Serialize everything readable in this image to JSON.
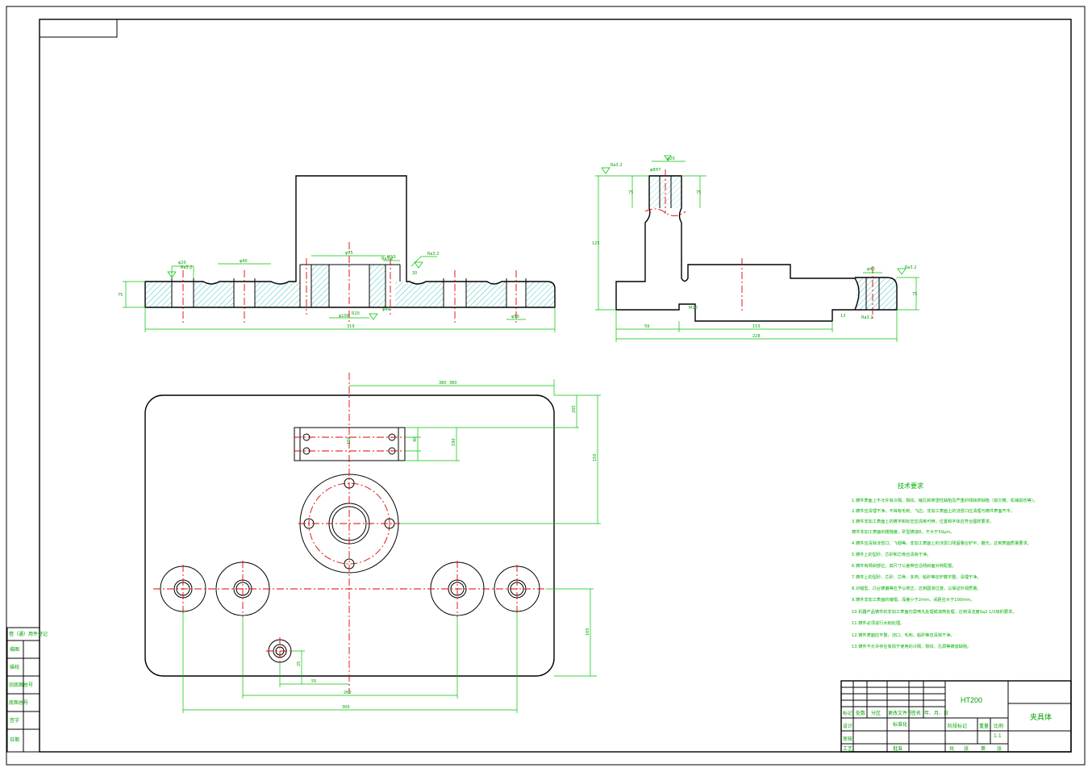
{
  "title_block": {
    "material": "HT200",
    "part_name": "夹具体",
    "scale": "1:1",
    "labels": [
      "标记",
      "处数",
      "分区",
      "更改文件号",
      "签名",
      "年、月、日",
      "设计",
      "标准化",
      "阶段标记",
      "重量",
      "比例",
      "审核",
      "工艺",
      "批准",
      "共",
      "张",
      "第",
      "张"
    ]
  },
  "technical_notes": {
    "heading": "技术要求",
    "lines": [
      "1.铸件表面上不允许有冷隔、裂纹、缩孔和穿透性缺陷及严重的残缺类缺陷（如欠铸、机械损伤等）。",
      "2.铸件应清理干净，不得有毛刺、飞边，非加工表面上的浇冒口应清理与铸件表面齐平。",
      "3.铸件非加工表面上的铸字和标志应清晰可辨，位置和字体应符合图样要求。",
      "  铸件非加工表面的粗糙度，砂型铸造R，不大于50μm。",
      "4.铸件应清除浇冒口、飞翅等。非加工表面上的浇冒口残留量应铲平、磨光，达到表面质量要求。",
      "5.铸件上的型砂、芯砂和芯骨应清除干净。",
      "6.铸件有倾斜部位，其尺寸公差带应沿倾斜面对称配置。",
      "7.铸件上的型砂、芯砂、芯骨、多肉、粘砂等应铲磨平整，清理干净。",
      "8.对错型、凸台铸偏等应予以修正，达到圆滑过渡，以保证外观质量。",
      "9.铸件非加工表面的皱褶，深度小于2mm，间距应大于100mm。",
      "10.机器产品铸件的非加工表面均需喷丸处理或滚筒处理，达到清洁度Sa2 1/2级的要求。",
      "11.铸件必须进行水韧处理。",
      "12.铸件表面应平整，浇口、毛刺、粘砂等应清除干净。",
      "13.铸件不允许存在有损于使用的冷隔、裂纹、孔洞等铸造缺陷。"
    ]
  },
  "side_strip": {
    "labels": [
      "借（通）用件登记",
      "描图",
      "描校",
      "旧底图总号",
      "底图总号",
      "签字",
      "日期"
    ]
  },
  "dimensions": {
    "front_view": [
      "φ20",
      "Ra3.2",
      "φ40",
      "Ra3.2",
      "φ75",
      "M10",
      "20",
      "φ100",
      "R20",
      "φ40",
      "φ50",
      "319",
      "75",
      "Ra3.2"
    ],
    "side_view": [
      "Ra3.2",
      "φ20",
      "φ8H7",
      "Ra3.2",
      "13",
      "75",
      "75",
      "125",
      "φ40",
      "Ra3.2",
      "M10",
      "75",
      "59",
      "153",
      "228"
    ],
    "plan_view": [
      "380",
      "205",
      "150",
      "190",
      "40",
      "25",
      "165",
      "55",
      "160",
      "260",
      "300",
      "380"
    ]
  }
}
